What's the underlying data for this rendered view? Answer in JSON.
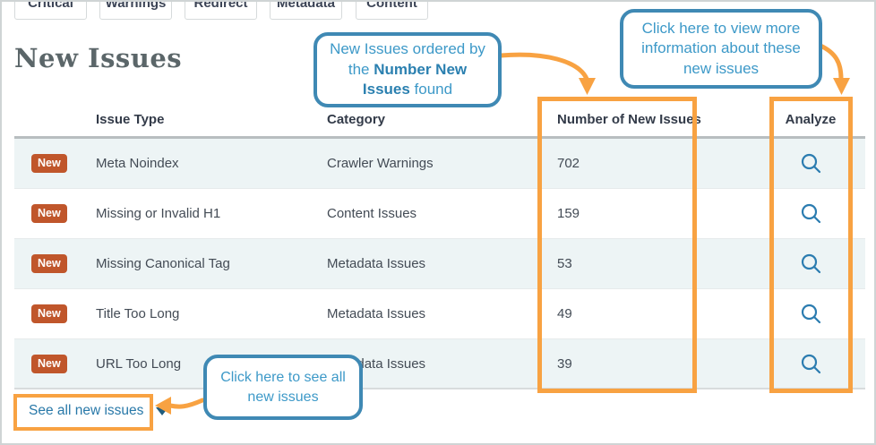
{
  "filter_bar": {
    "buttons": [
      "Critical",
      "Warnings",
      "Redirect",
      "Metadata",
      "Content"
    ]
  },
  "page": {
    "title": "New Issues"
  },
  "table": {
    "headers": {
      "issue_type": "Issue Type",
      "category": "Category",
      "count": "Number of New Issues",
      "analyze": "Analyze"
    },
    "badge_label": "New",
    "rows": [
      {
        "issue_type": "Meta Noindex",
        "category": "Crawler Warnings",
        "count": "702"
      },
      {
        "issue_type": "Missing or Invalid H1",
        "category": "Content Issues",
        "count": "159"
      },
      {
        "issue_type": "Missing Canonical Tag",
        "category": "Metadata Issues",
        "count": "53"
      },
      {
        "issue_type": "Title Too Long",
        "category": "Metadata Issues",
        "count": "49"
      },
      {
        "issue_type": "URL Too Long",
        "category": "Metadata Issues",
        "count": "39"
      }
    ]
  },
  "footer": {
    "see_all_label": "See all new issues"
  },
  "callouts": {
    "ordered": {
      "part1": "New Issues ordered by the ",
      "bold": "Number New Issues",
      "part2": " found"
    },
    "analyze": "Click here to view more information about these new issues",
    "see_all": "Click here to see all new issues"
  },
  "colors": {
    "highlight_orange": "#f8a242",
    "callout_border": "#3f89b4",
    "callout_text": "#3d99c8",
    "badge_bg": "#c0562b",
    "link_blue": "#2878a8",
    "icon_blue": "#2b7cb0",
    "row_alt_bg": "#edf4f5",
    "heading_gray": "#5b6669"
  }
}
